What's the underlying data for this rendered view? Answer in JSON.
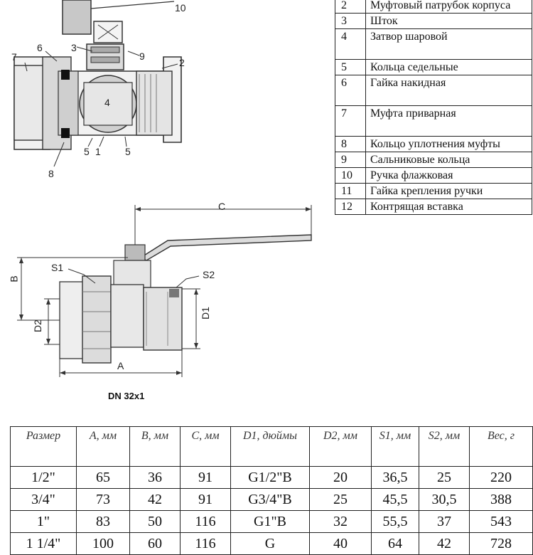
{
  "parts": [
    {
      "num": "2",
      "name": "Муфтовый патрубок корпуса"
    },
    {
      "num": "3",
      "name": "Шток"
    },
    {
      "num": "4",
      "name": "Затвор шаровой"
    },
    {
      "num": "5",
      "name": "Кольца седельные"
    },
    {
      "num": "6",
      "name": "Гайка накидная"
    },
    {
      "num": "7",
      "name": "Муфта приварная"
    },
    {
      "num": "8",
      "name": "Кольцо уплотнения муфты"
    },
    {
      "num": "9",
      "name": "Сальниковые кольца"
    },
    {
      "num": "10",
      "name": "Ручка флажковая"
    },
    {
      "num": "11",
      "name": "Гайка крепления ручки"
    },
    {
      "num": "12",
      "name": "Контрящая вставка"
    }
  ],
  "section_callouts": [
    "10",
    "7",
    "6",
    "3",
    "9",
    "2",
    "4",
    "5",
    "1",
    "5",
    "8"
  ],
  "side_view": {
    "dimensions": [
      "C",
      "B",
      "S1",
      "S2",
      "D1",
      "D2",
      "A"
    ],
    "caption": "DN 32x1"
  },
  "dims_table": {
    "headers": [
      "Размер",
      "A, мм",
      "B, мм",
      "C, мм",
      "D1, дюймы",
      "D2, мм",
      "S1, мм",
      "S2, мм",
      "Вес, г"
    ],
    "rows": [
      [
        "1/2\"",
        "65",
        "36",
        "91",
        "G1/2\"B",
        "20",
        "36,5",
        "25",
        "220"
      ],
      [
        "3/4\"",
        "73",
        "42",
        "91",
        "G3/4\"B",
        "25",
        "45,5",
        "30,5",
        "388"
      ],
      [
        "1\"",
        "83",
        "50",
        "116",
        "G1\"B",
        "32",
        "55,5",
        "37",
        "543"
      ],
      [
        "1 1/4\"",
        "100",
        "60",
        "116",
        "G",
        "40",
        "64",
        "42",
        "728"
      ]
    ]
  }
}
